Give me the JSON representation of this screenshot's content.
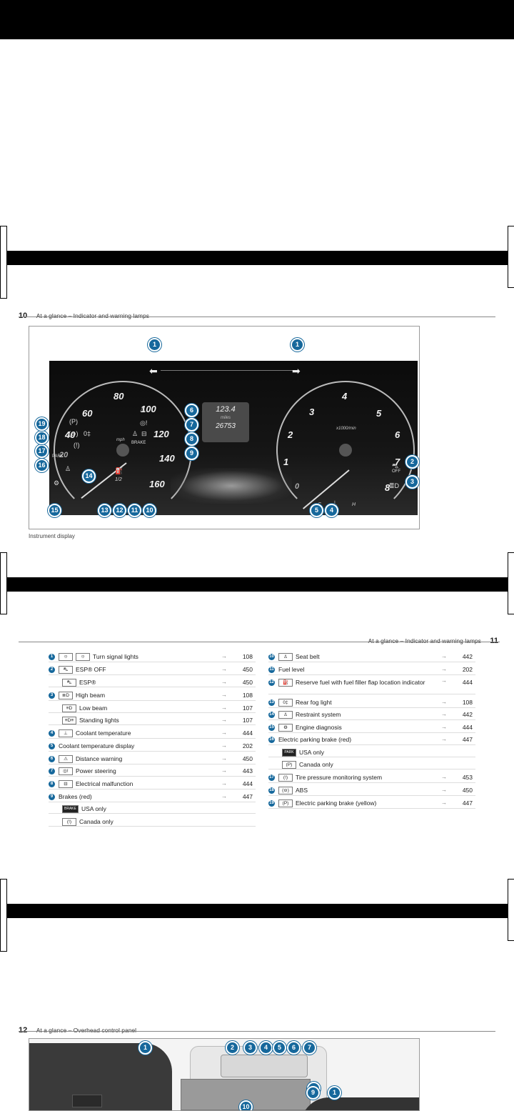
{
  "page10": {
    "number": "10",
    "title": "At a glance – Indicator and warning lamps",
    "caption": "Instrument display",
    "display": {
      "speed_ticks": [
        "60",
        "80",
        "100",
        "40",
        "120",
        "20",
        "140",
        "160"
      ],
      "speed_unit": "mph",
      "rpm_ticks": [
        "3",
        "4",
        "5",
        "2",
        "6",
        "1",
        "7",
        "0",
        "8"
      ],
      "rpm_unit": "x1000/min",
      "odo_trip": "123.4",
      "odo_unit": "miles",
      "odo_total": "26753",
      "temp_c": "C",
      "temp_h": "H",
      "fuel_range": "1/2",
      "brake_label": "BRAKE",
      "park_label": "PARK",
      "off_label": "OFF"
    },
    "callouts": [
      "1",
      "1",
      "2",
      "3",
      "4",
      "5",
      "6",
      "7",
      "8",
      "9",
      "10",
      "11",
      "12",
      "13",
      "14",
      "15",
      "16",
      "17",
      "18",
      "19"
    ]
  },
  "page11": {
    "number": "11",
    "title": "At a glance – Indicator and warning lamps",
    "arrow": "→",
    "left_rows": [
      {
        "n": "1",
        "icons": [
          "⯐",
          "⯐"
        ],
        "text": "Turn signal lights",
        "page": "108"
      },
      {
        "n": "2",
        "icons": [
          "⛍"
        ],
        "text": "ESP® OFF",
        "page": "450"
      },
      {
        "n": "",
        "icons": [
          "⛍"
        ],
        "text": "ESP®",
        "page": "450"
      },
      {
        "n": "3",
        "icons": [
          "≣D"
        ],
        "text": "High beam",
        "page": "108"
      },
      {
        "n": "",
        "icons": [
          "≡D"
        ],
        "text": "Low beam",
        "page": "107"
      },
      {
        "n": "",
        "icons": [
          "≡D≡"
        ],
        "text": "Standing lights",
        "page": "107"
      },
      {
        "n": "4",
        "icons": [
          "⊥"
        ],
        "text": "Coolant temperature",
        "page": "444"
      },
      {
        "n": "5",
        "icons": [],
        "text": "Coolant temperature display",
        "page": "202"
      },
      {
        "n": "6",
        "icons": [
          "⚠"
        ],
        "text": "Distance warning",
        "page": "450"
      },
      {
        "n": "7",
        "icons": [
          "◎!"
        ],
        "text": "Power steering",
        "page": "443"
      },
      {
        "n": "8",
        "icons": [
          "⊟"
        ],
        "text": "Electrical malfunction",
        "page": "444"
      },
      {
        "n": "9",
        "icons": [],
        "text": "Brakes (red)",
        "page": "447"
      },
      {
        "n": "",
        "icons": [
          "BRAKE"
        ],
        "text": "USA only",
        "page": ""
      },
      {
        "n": "",
        "icons": [
          "(!)"
        ],
        "text": "Canada only",
        "page": ""
      }
    ],
    "right_rows": [
      {
        "n": "10",
        "icons": [
          "♙"
        ],
        "text": "Seat belt",
        "page": "442"
      },
      {
        "n": "11",
        "icons": [],
        "text": "Fuel level",
        "page": "202"
      },
      {
        "n": "12",
        "icons": [
          "⛽"
        ],
        "text": "Reserve fuel with fuel filler flap location indicator",
        "page": "444"
      },
      {
        "n": "13",
        "icons": [
          "0‡"
        ],
        "text": "Rear fog light",
        "page": "108"
      },
      {
        "n": "14",
        "icons": [
          "♙"
        ],
        "text": "Restraint system",
        "page": "442"
      },
      {
        "n": "15",
        "icons": [
          "⚙"
        ],
        "text": "Engine diagnosis",
        "page": "444"
      },
      {
        "n": "16",
        "icons": [],
        "text": "Electric parking brake (red)",
        "page": "447"
      },
      {
        "n": "",
        "icons": [
          "PARK"
        ],
        "text": "USA only",
        "page": ""
      },
      {
        "n": "",
        "icons": [
          "(P)"
        ],
        "text": "Canada only",
        "page": ""
      },
      {
        "n": "17",
        "icons": [
          "(!)"
        ],
        "text": "Tire pressure monitoring system",
        "page": "453"
      },
      {
        "n": "18",
        "icons": [
          "(⊖)"
        ],
        "text": "ABS",
        "page": "450"
      },
      {
        "n": "19",
        "icons": [
          "(P)"
        ],
        "text": "Electric parking brake (yellow)",
        "page": "447"
      }
    ]
  },
  "page12": {
    "number": "12",
    "title": "At a glance – Overhead control panel",
    "callouts": [
      "1",
      "2",
      "3",
      "4",
      "5",
      "6",
      "7",
      "8",
      "9",
      "1",
      "10"
    ]
  }
}
